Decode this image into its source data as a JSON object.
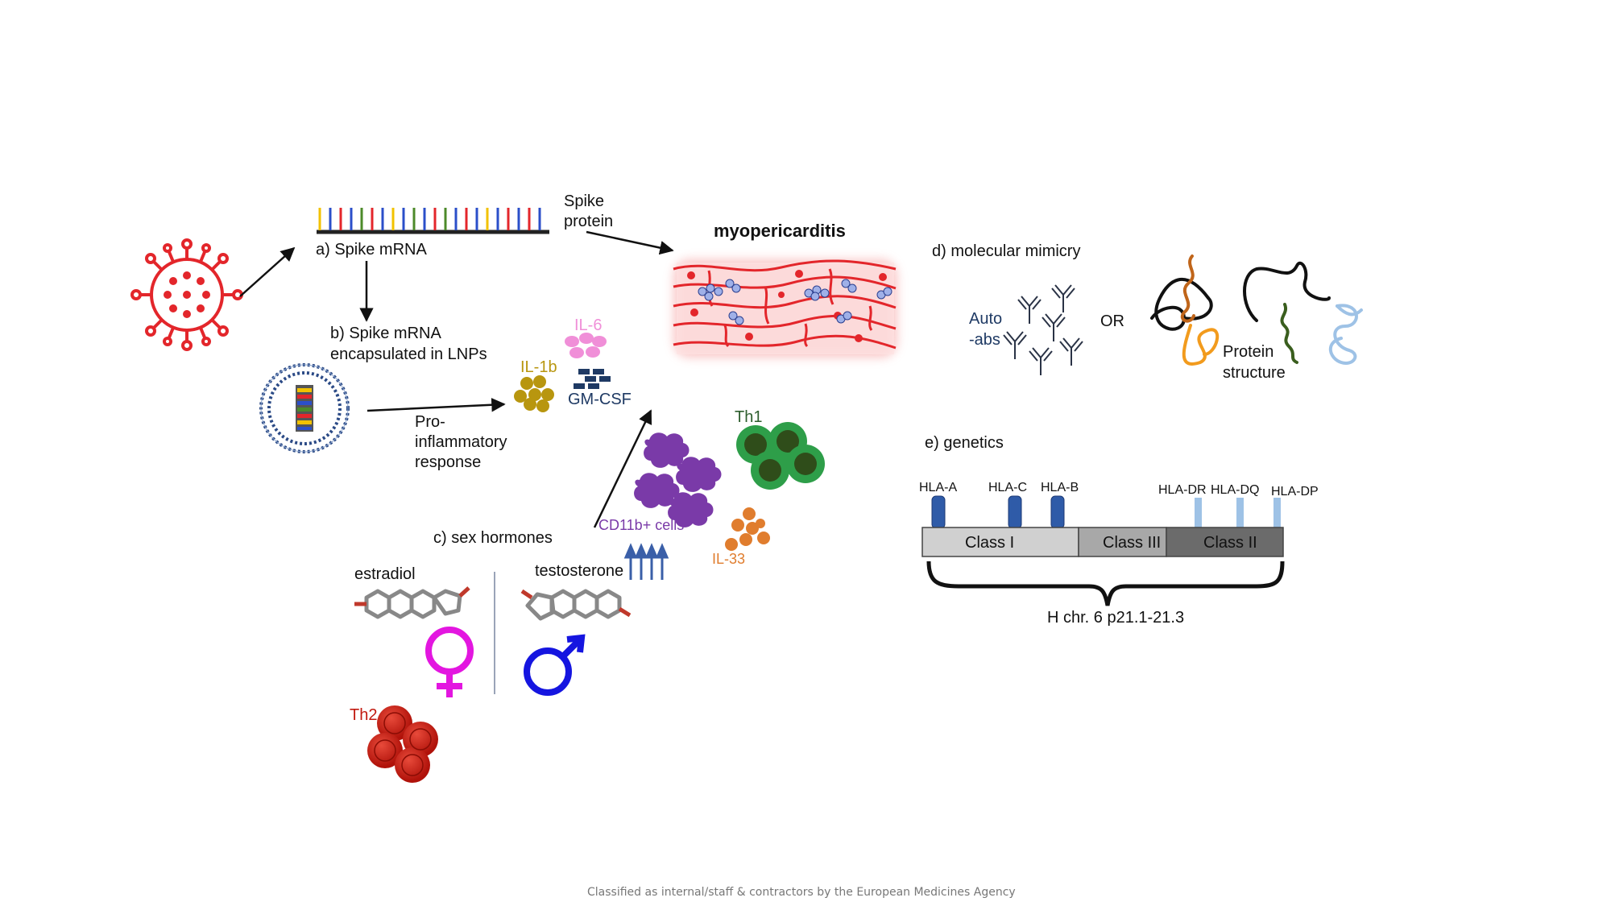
{
  "labels": {
    "spike_mrna": "a) Spike mRNA",
    "spike_protein_1": "Spike",
    "spike_protein_2": "protein",
    "myopericarditis": "myopericarditis",
    "lnp_1": "b) Spike mRNA",
    "lnp_2": "encapsulated in LNPs",
    "il6": "IL-6",
    "il1b": "IL-1b",
    "gmcsf": "GM-CSF",
    "pro_1": "Pro-",
    "pro_2": "inflammatory",
    "pro_3": "response",
    "th1": "Th1",
    "cd11b": "CD11b+ cells",
    "il33": "IL-33",
    "sex_hormones": "c) sex hormones",
    "estradiol": "estradiol",
    "testosterone": "testosterone",
    "th2": "Th2",
    "molecular_mimicry": "d) molecular mimicry",
    "autoabs_1": "Auto",
    "autoabs_2": "-abs",
    "or": "OR",
    "protein_1": "Protein",
    "protein_2": "structure",
    "genetics": "e) genetics",
    "hla_a": "HLA-A",
    "hla_c": "HLA-C",
    "hla_b": "HLA-B",
    "hla_dr": "HLA-DR",
    "hla_dq": "HLA-DQ",
    "hla_dp": "HLA-DP",
    "class_1": "Class I",
    "class_3": "Class III",
    "class_2": "Class II",
    "chromosome": "H chr. 6 p21.1-21.3",
    "footer": "Classified as internal/staff & contractors by the European Medicines Agency"
  },
  "colors": {
    "virus": "#e3262b",
    "il6": "#f08fd8",
    "il1b": "#b8960f",
    "gmcsf": "#1f3a64",
    "cd11b": "#7a3aa8",
    "th1": "#2e9e49",
    "il33": "#e07d2e",
    "th2": "#c11a10",
    "female_symbol": "#e316e0",
    "male_symbol": "#1515e0",
    "hla_class1": "#2f5ba8",
    "hla_class2": "#9ec2e6"
  }
}
